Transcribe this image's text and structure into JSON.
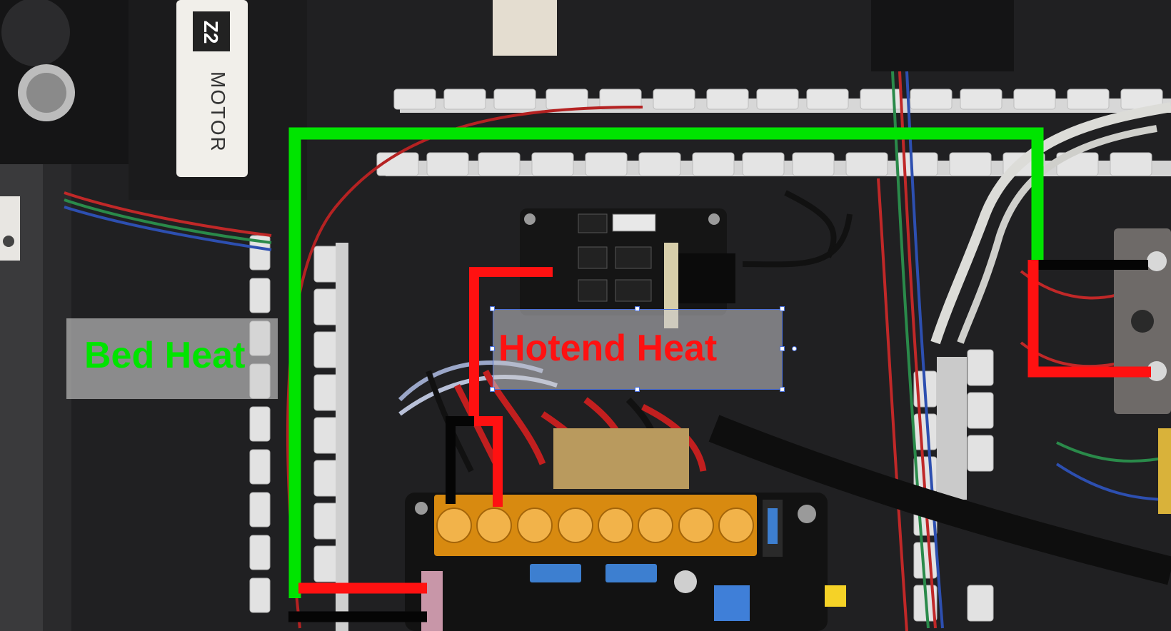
{
  "photo": {
    "description_labels": {
      "bed_heat": "Bed Heat",
      "hotend_heat": "Hotend Heat"
    },
    "printed_text": {
      "motor_label_brand": "Z2",
      "motor_label_text": "MOTOR"
    }
  },
  "colors": {
    "bed_heat_label": "#00e400",
    "hotend_heat_label": "#ff1111",
    "wire_green": "#00e400",
    "wire_red": "#ff1111",
    "wire_black": "#050505",
    "selection_blue": "#4a6fd8"
  }
}
